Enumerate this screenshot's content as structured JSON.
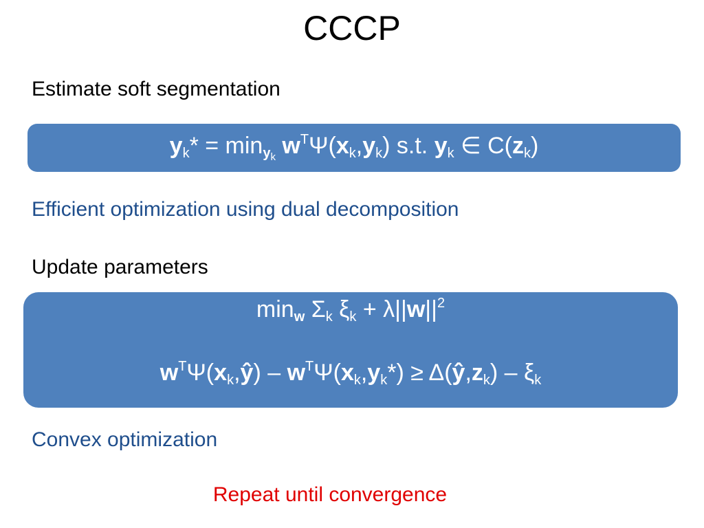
{
  "slide": {
    "title": "CCCP",
    "step1_heading": "Estimate soft segmentation",
    "step1_note": "Efficient optimization using dual decomposition",
    "step2_heading": "Update parameters",
    "step2_note": "Convex optimization",
    "footer": "Repeat until convergence"
  },
  "equations": {
    "segmentation": "yk* = minyk wTΨ(xk,yk) s.t. yk ∈ C(zk)",
    "objective": "minw Σk ξk + λ||w||2",
    "constraint": "wTΨ(xk,ŷ) – wTΨ(xk,yk*) ≥ Δ(ŷ,zk) – ξk"
  },
  "colors": {
    "box_fill": "#4f81bd",
    "note_text": "#1f4e8c",
    "footer_text": "#e00000"
  }
}
